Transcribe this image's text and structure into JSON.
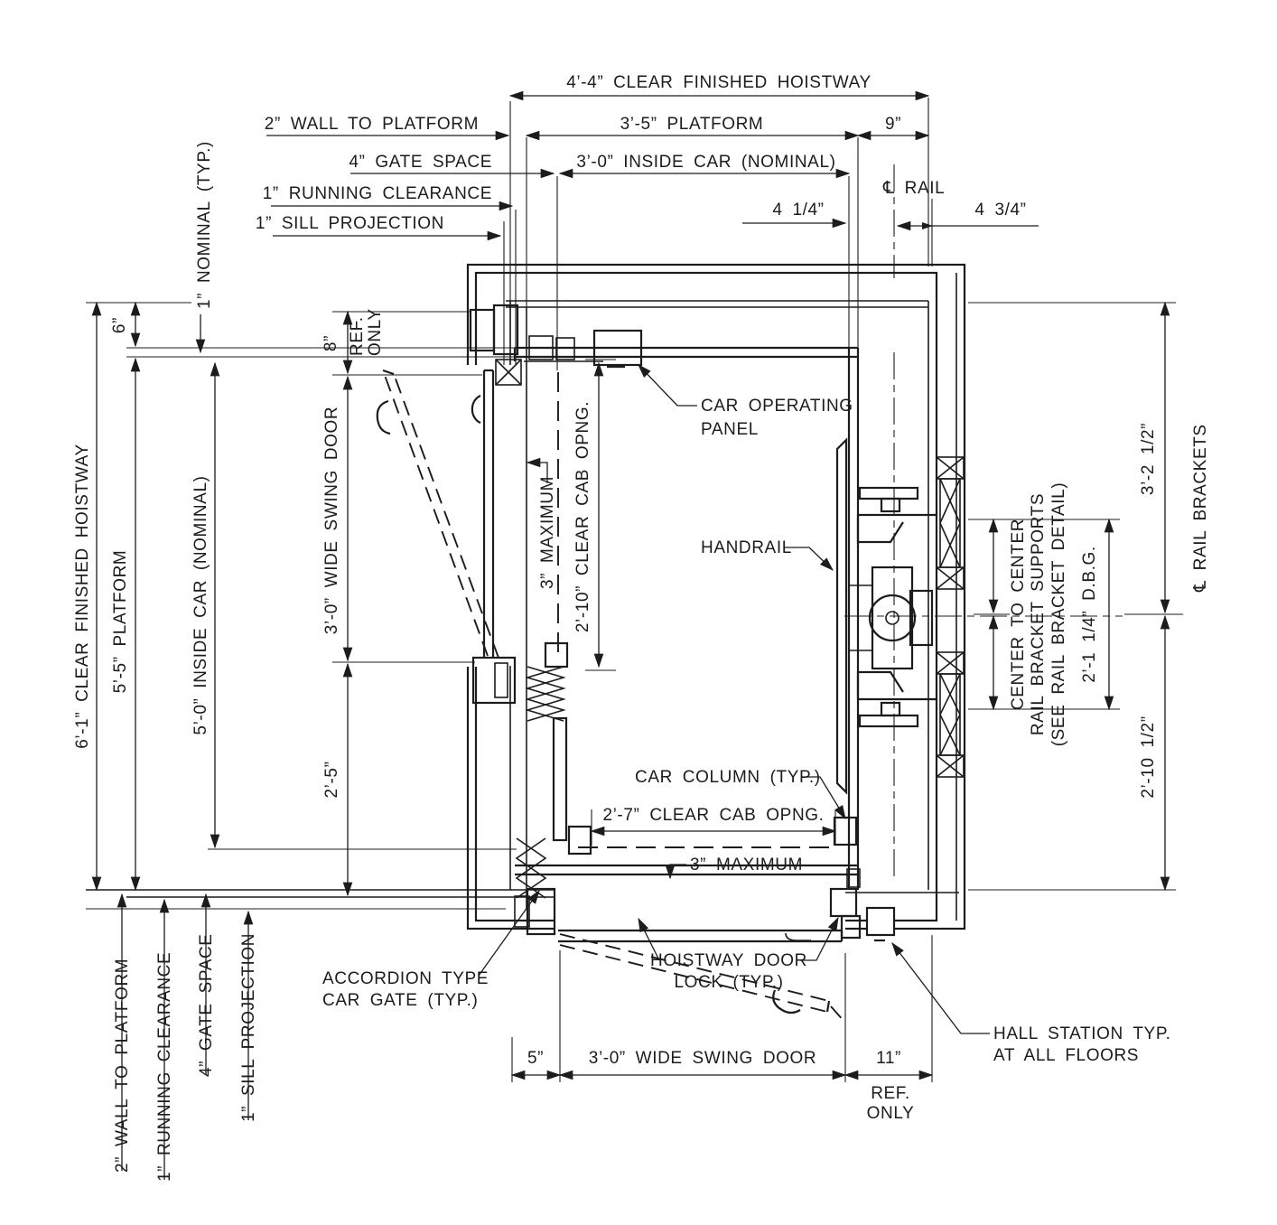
{
  "drawing": "elevator hoistway plan",
  "colors": {
    "ink": "#1c1c1c",
    "paper": "#ffffff"
  },
  "dims": {
    "top": {
      "clear_hoistway": "4’-4” CLEAR FINISHED HOISTWAY",
      "wall_to_platform": "2” WALL TO PLATFORM",
      "platform": "3’-5” PLATFORM",
      "nine": "9”",
      "gate_space": "4” GATE SPACE",
      "inside_car": "3’-0” INSIDE CAR (NOMINAL)",
      "running_clearance": "1” RUNNING CLEARANCE",
      "sill_projection": "1” SILL PROJECTION",
      "four_one_quarter": "4 1/4”",
      "cl_rail": "℄ RAIL",
      "four_three_quarter": "4 3/4”"
    },
    "left": {
      "nominal": "1” NOMINAL (TYP.)",
      "six": "6”",
      "clear_hoistway": "6’-1” CLEAR FINISHED HOISTWAY",
      "platform": "5’-5” PLATFORM",
      "inside_car": "5’-0” INSIDE CAR (NOMINAL)",
      "eight": "8”",
      "ref": "REF.",
      "only": "ONLY",
      "swing_door": "3’-0” WIDE SWING DOOR",
      "two_five": "2’-5”"
    },
    "bottom_left": {
      "wall_to_platform": "2” WALL TO PLATFORM",
      "running_clearance": "1” RUNNING CLEARANCE",
      "gate_space": "4” GATE SPACE",
      "sill_projection": "1” SILL PROJECTION"
    },
    "right": {
      "three_two_half": "3’-2 1/2”",
      "cl_rail_brackets": "℄ RAIL BRACKETS",
      "two_ten_half": "2’-10 1/2”",
      "c2c_1": "CENTER TO CENTER",
      "c2c_2": "RAIL BRACKET SUPPORTS",
      "c2c_3": "(SEE RAIL BRACKET DETAIL)",
      "dbg": "2’-1 1/4” D.B.G."
    },
    "bottom": {
      "five": "5”",
      "swing_door": "3’-0” WIDE SWING DOOR",
      "eleven": "11”",
      "ref": "REF.",
      "only": "ONLY"
    },
    "interior": {
      "clear_cab_left": "2’-10” CLEAR CAB OPNG.",
      "max_left": "3” MAXIMUM",
      "clear_cab_bottom": "2’-7” CLEAR CAB OPNG.",
      "max_bottom": "3” MAXIMUM"
    }
  },
  "annotations": {
    "cop_1": "CAR OPERATING",
    "cop_2": "PANEL",
    "handrail": "HANDRAIL",
    "car_column": "CAR COLUMN (TYP.)",
    "accordion_1": "ACCORDION TYPE",
    "accordion_2": "CAR GATE (TYP.)",
    "door_lock_1": "HOISTWAY DOOR",
    "door_lock_2": "LOCK (TYP.)",
    "hall_station_1": "HALL STATION TYP.",
    "hall_station_2": "AT ALL FLOORS"
  }
}
